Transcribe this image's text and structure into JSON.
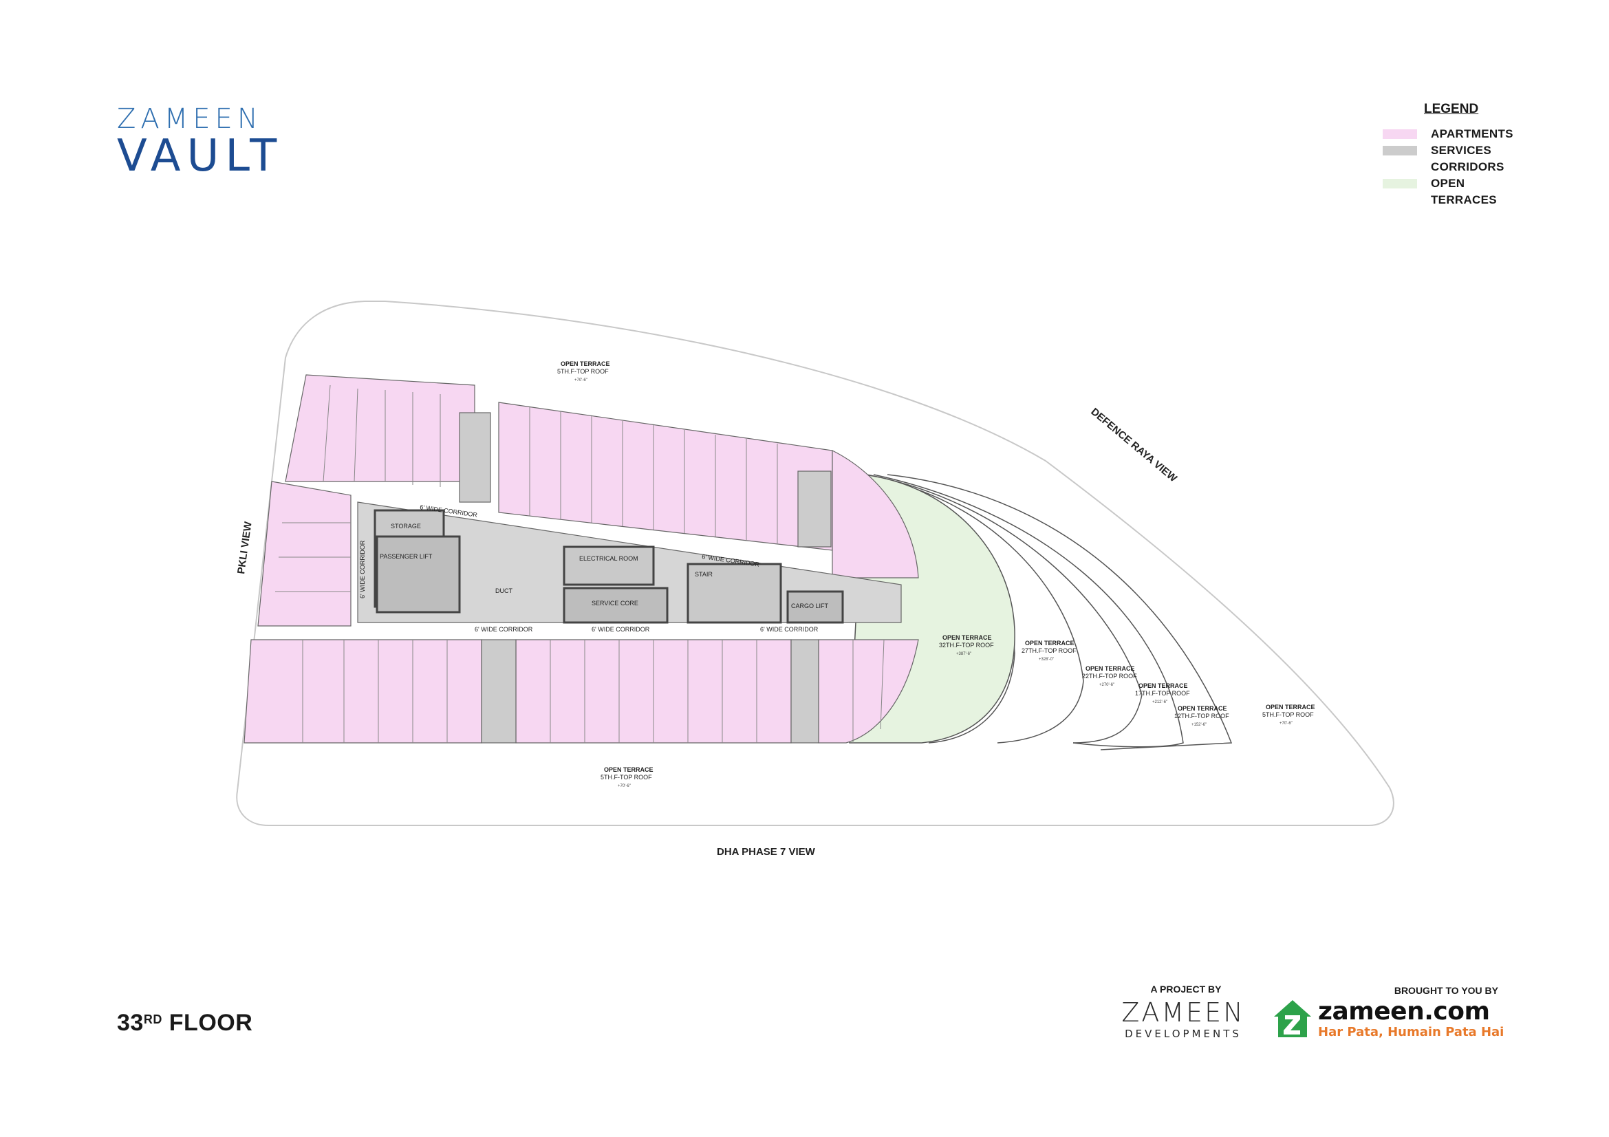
{
  "brand": {
    "line1": "ZAMEEN",
    "line2": "VAULT"
  },
  "legend": {
    "title": "LEGEND",
    "items": [
      {
        "label": "APARTMENTS",
        "color": "#f7d7f2"
      },
      {
        "label": "SERVICES",
        "color": "#cccccc"
      },
      {
        "label": "CORRIDORS",
        "color": "#ffffff"
      },
      {
        "label": "OPEN",
        "color": "#e6f3e0"
      },
      {
        "label": "TERRACES",
        "color": ""
      }
    ]
  },
  "views": {
    "left": "PKLI VIEW",
    "right": "DEFENCE RAYA VIEW",
    "bottom": "DHA PHASE 7 VIEW"
  },
  "terraces": [
    {
      "name": "OPEN TERRACE",
      "level": "5TH.F-TOP ROOF",
      "note": "+70'-6\""
    },
    {
      "name": "OPEN TERRACE",
      "level": "5TH.F-TOP ROOF",
      "note": "+70'-6\""
    },
    {
      "name": "OPEN TERRACE",
      "level": "32TH.F-TOP ROOF",
      "note": "+387'-6\""
    },
    {
      "name": "OPEN TERRACE",
      "level": "27TH.F-TOP ROOF",
      "note": "+328'-0\""
    },
    {
      "name": "OPEN TERRACE",
      "level": "22TH.F-TOP ROOF",
      "note": "+270'-6\""
    },
    {
      "name": "OPEN TERRACE",
      "level": "17TH.F-TOP ROOF",
      "note": "+212'-6\""
    },
    {
      "name": "OPEN TERRACE",
      "level": "12TH.F-TOP ROOF",
      "note": "+152'-6\""
    },
    {
      "name": "OPEN TERRACE",
      "level": "5TH.F-TOP ROOF",
      "note": "+70'-6\""
    }
  ],
  "corridors": [
    "6' WIDE CORRIDOR",
    "6' WIDE CORRIDOR",
    "6' WIDE CORRIDOR",
    "6' WIDE CORRIDOR",
    "6' WIDE CORRIDOR",
    "6' WIDE CORRIDOR"
  ],
  "core": {
    "storage": "STORAGE",
    "passenger_lift": "PASSENGER LIFT",
    "duct": "DUCT",
    "electrical_room": "ELECTRICAL ROOM",
    "service_core": "SERVICE CORE",
    "cargo_lift": "CARGO LIFT",
    "stair": "STAIR"
  },
  "floor": {
    "number": "33",
    "suffix": "RD",
    "label": "FLOOR"
  },
  "project": {
    "by": "A PROJECT BY",
    "name": "ZAMEEN",
    "sub": "DEVELOPMENTS"
  },
  "zameen": {
    "brought": "BROUGHT TO YOU BY",
    "name": "zameen.com",
    "tagline": "Har Pata, Humain Pata Hai"
  }
}
